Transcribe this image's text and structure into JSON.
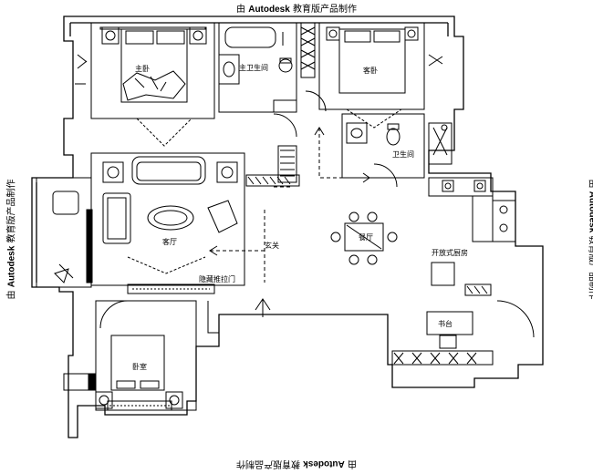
{
  "watermark": {
    "prefix": "由",
    "brand": "Autodesk",
    "suffix": "教育版产品制作"
  },
  "rooms": {
    "master_bedroom": "主卧",
    "master_bath": "主卫生间",
    "guest_bedroom": "客卧",
    "bathroom": "卫生间",
    "living_room": "客厅",
    "entrance": "玄关",
    "dining_room": "餐厅",
    "open_kitchen": "开放式厨房",
    "hidden_door": "隐藏推拉门",
    "bedroom": "卧室",
    "table": "书台"
  }
}
